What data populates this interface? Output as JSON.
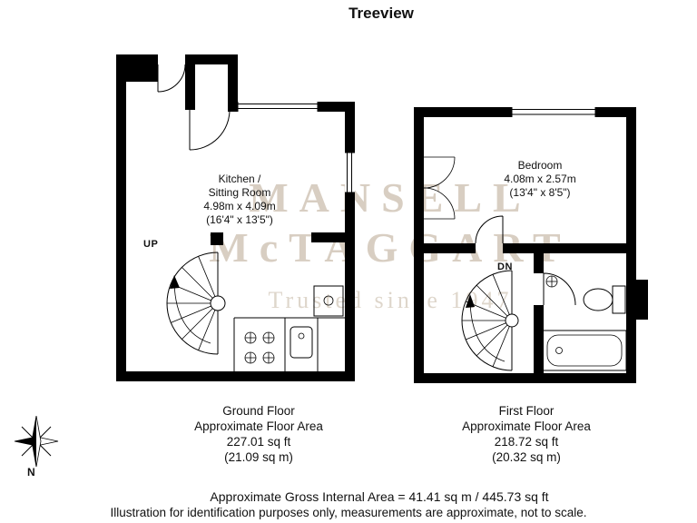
{
  "title": "Treeview",
  "watermark": {
    "line1": "MANSELL",
    "line2": "McTAGGART",
    "line3": "Trusted since 1947"
  },
  "compass": {
    "label": "N"
  },
  "ground_floor": {
    "room": {
      "lines": [
        "Kitchen /",
        "Sitting Room",
        "4.98m x 4.09m",
        "(16'4\" x 13'5\")"
      ]
    },
    "stair_label": "UP",
    "caption": {
      "lines": [
        "Ground Floor",
        "Approximate Floor Area",
        "227.01 sq ft",
        "(21.09 sq m)"
      ]
    }
  },
  "first_floor": {
    "room": {
      "lines": [
        "Bedroom",
        "4.08m x 2.57m",
        "(13'4\" x 8'5\")"
      ]
    },
    "stair_label": "DN",
    "caption": {
      "lines": [
        "First Floor",
        "Approximate Floor Area",
        "218.72 sq ft",
        "(20.32 sq m)"
      ]
    }
  },
  "footer": {
    "line1": "Approximate Gross Internal Area = 41.41 sq m / 445.73 sq ft",
    "line2": "Illustration for identification purposes only, measurements are approximate, not to scale."
  },
  "colors": {
    "wall": "#000000",
    "watermark": "#d8cec2",
    "watermark_light": "#ded6cb",
    "text": "#111111"
  }
}
